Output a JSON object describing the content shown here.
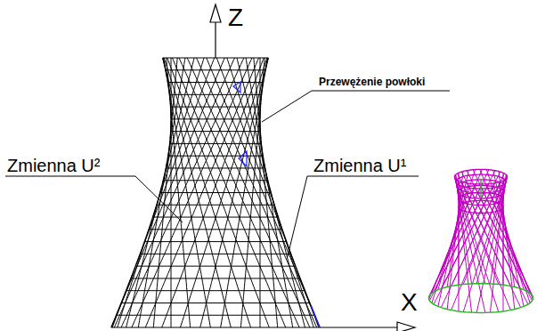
{
  "diagram": {
    "labels": [
      "Z",
      "Przewężenie powłoki",
      "Zmienna U¹",
      "Zmienna U²",
      "X"
    ]
  }
}
